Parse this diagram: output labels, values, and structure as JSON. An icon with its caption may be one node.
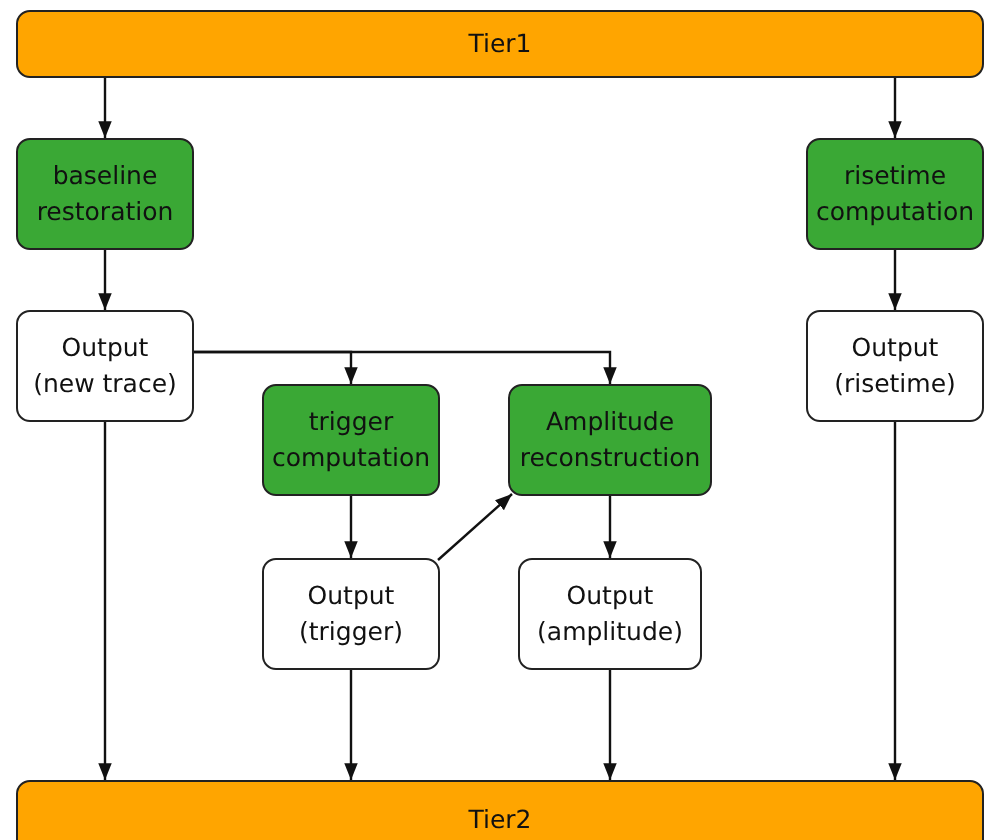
{
  "diagram": {
    "nodes": [
      {
        "text": [
          "Tier1"
        ]
      },
      {
        "text": [
          "baseline restoration"
        ]
      },
      {
        "text": [
          "risetime computation"
        ]
      },
      {
        "text": [
          "Output (new trace)"
        ]
      },
      {
        "text": [
          "Output (risetime)"
        ]
      },
      {
        "text": [
          "trigger computation"
        ]
      },
      {
        "text": [
          "Amplitude reconstruction"
        ]
      },
      {
        "text": [
          "Output (trigger)"
        ]
      },
      {
        "text": [
          "Output (amplitude)"
        ]
      },
      {
        "text": [
          "Tier2"
        ]
      }
    ],
    "edges": [
      {
        "from": 0,
        "to": 1,
        "arrow": "to"
      },
      {
        "from": 0,
        "to": 2,
        "arrow": "to"
      },
      {
        "from": 1,
        "to": 3,
        "arrow": "to"
      },
      {
        "from": 2,
        "to": 4,
        "arrow": "to"
      },
      {
        "from": 3,
        "to": 5,
        "arrow": "to"
      },
      {
        "from": 3,
        "to": 6,
        "arrow": "to"
      },
      {
        "from": 5,
        "to": 7,
        "arrow": "to"
      },
      {
        "from": 7,
        "to": 6,
        "arrow": "to"
      },
      {
        "from": 6,
        "to": 8,
        "arrow": "to"
      },
      {
        "from": 3,
        "to": 9,
        "arrow": "to"
      },
      {
        "from": 7,
        "to": 9,
        "arrow": "to"
      },
      {
        "from": 8,
        "to": 9,
        "arrow": "to"
      },
      {
        "from": 4,
        "to": 9,
        "arrow": "to"
      }
    ]
  }
}
